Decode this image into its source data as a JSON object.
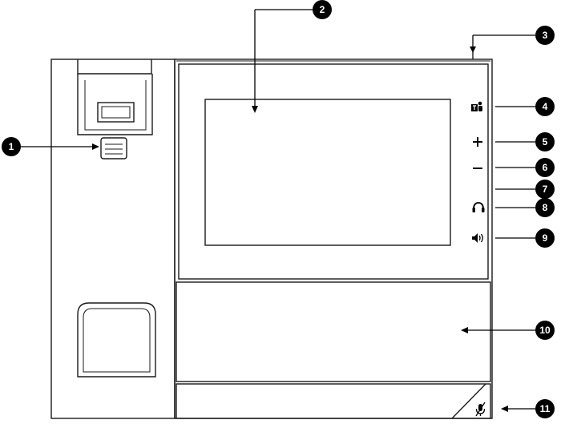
{
  "callouts": [
    {
      "n": "1",
      "part": "handset-hook"
    },
    {
      "n": "2",
      "part": "touch-screen"
    },
    {
      "n": "3",
      "part": "top-edge-indicator"
    },
    {
      "n": "4",
      "part": "teams-button"
    },
    {
      "n": "5",
      "part": "volume-up-button"
    },
    {
      "n": "6",
      "part": "volume-down-button"
    },
    {
      "n": "7",
      "part": "side-indicator"
    },
    {
      "n": "8",
      "part": "headset-button"
    },
    {
      "n": "9",
      "part": "speaker-button"
    },
    {
      "n": "10",
      "part": "lower-panel"
    },
    {
      "n": "11",
      "part": "mute-button"
    }
  ],
  "icons": {
    "teams": "teams-icon",
    "plus": "plus-icon",
    "minus": "minus-icon",
    "headset": "headset-icon",
    "speaker": "speaker-icon",
    "mute": "microphone-mute-icon"
  },
  "colors": {
    "ink": "#000000",
    "line": "#1a1a1a",
    "background": "#ffffff"
  }
}
